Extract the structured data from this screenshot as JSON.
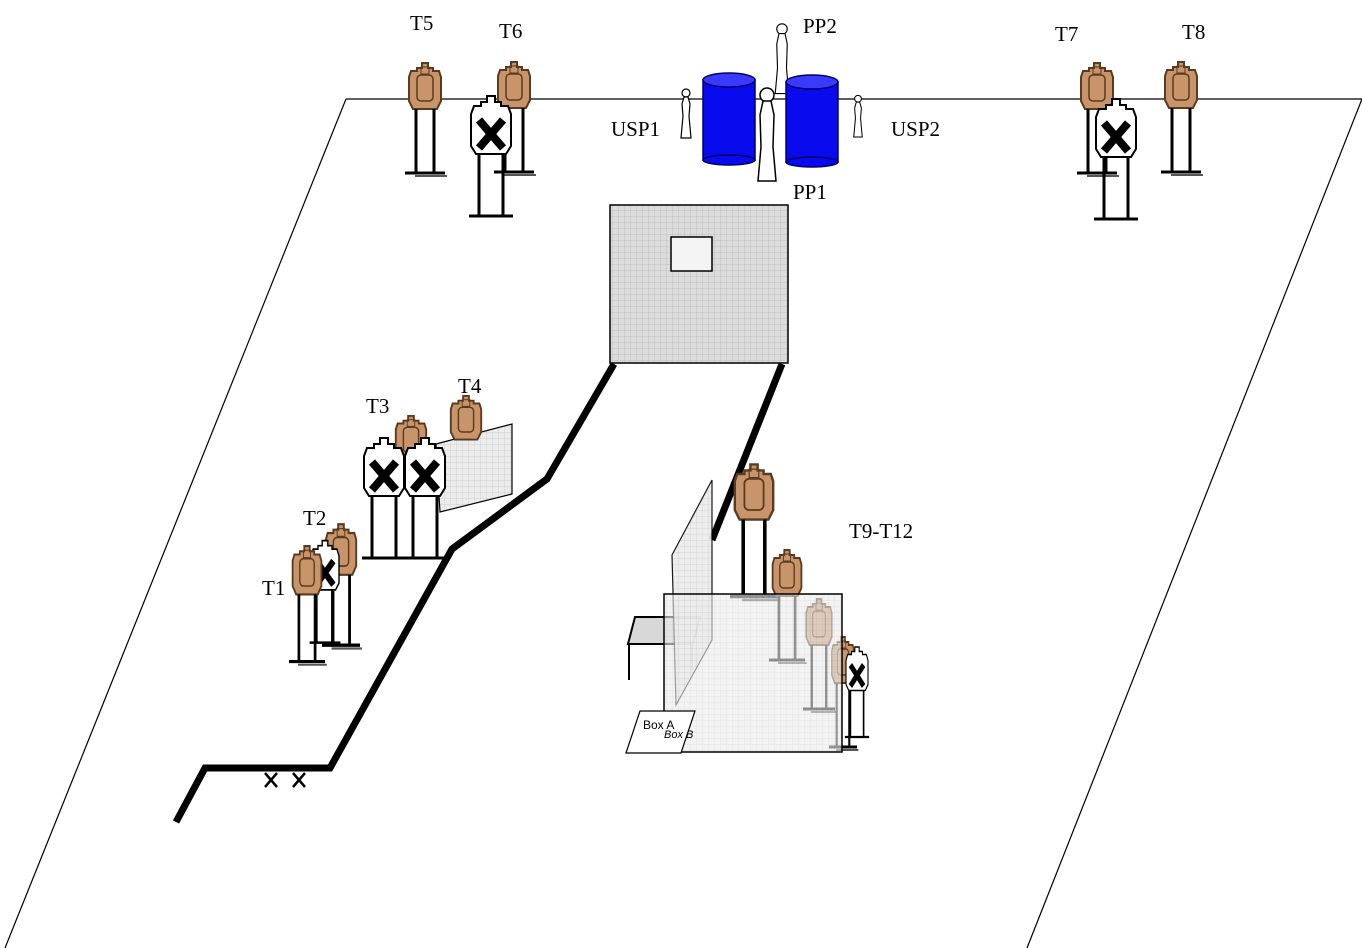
{
  "colors": {
    "target_fill": "#c8956a",
    "target_stroke": "#5a3a20",
    "noshoot_fill": "#ffffff",
    "barrel_fill": "#0a0aee",
    "barrel_stroke": "#000066",
    "wall_fill": "#d8d8d8",
    "fault_line": "#000000"
  },
  "labels": {
    "t1": "T1",
    "t2": "T2",
    "t3": "T3",
    "t4": "T4",
    "t5": "T5",
    "t6": "T6",
    "t7": "T7",
    "t8": "T8",
    "t9_t12": "T9-T12",
    "pp1": "PP1",
    "pp2": "PP2",
    "usp1": "USP1",
    "usp2": "USP2",
    "box_a": "Box A",
    "box_b": "Box B",
    "start_marks": "X X"
  },
  "icons": [
    "paper-target-icon",
    "no-shoot-target-icon",
    "pepper-popper-icon",
    "mini-popper-icon",
    "barrel-icon",
    "wall-icon",
    "table-icon",
    "shooting-box-icon"
  ]
}
